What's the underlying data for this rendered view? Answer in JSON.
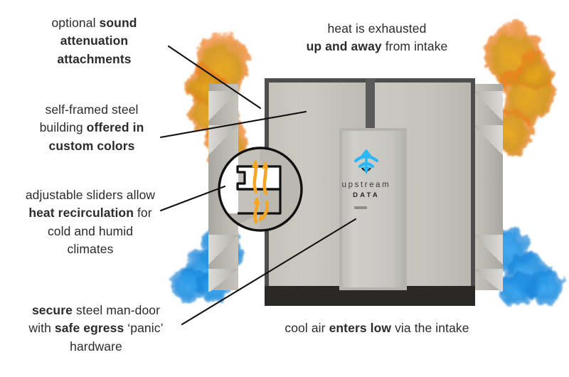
{
  "diagram": {
    "title": "Upstream Data modular mining building – airflow diagram",
    "colors": {
      "wall": "#c9c7c0",
      "wall_shade": "#b7b5ae",
      "frame_dark": "#4e4e4e",
      "base_dark": "#2b2926",
      "door": "#c6c6c1",
      "door_edge": "#b0b0aa",
      "louver_light": "#d6d6d2",
      "louver_mid": "#b0aea7",
      "hot_plume": "#d89b1a",
      "hot_plume_edge": "#f07b20",
      "cool_plume": "#2196e8",
      "cool_plume_edge": "#1a7fd4",
      "arrow_hot": "#f5a623",
      "leader_line": "#111111",
      "logo_blue": "#29b6f6",
      "logo_dark": "#1b1b1b",
      "text": "#2b2b2b"
    },
    "logo": {
      "icon_name": "upstream-signal-icon",
      "wordmark": "upstream",
      "subword": "DATA"
    },
    "callouts": [
      {
        "id": "sound-attenuation",
        "align": "center",
        "lines": [
          [
            {
              "t": "optional ",
              "b": false
            },
            {
              "t": "sound",
              "b": true
            }
          ],
          [
            {
              "t": "attenuation",
              "b": true
            }
          ],
          [
            {
              "t": "attachments",
              "b": true
            }
          ]
        ]
      },
      {
        "id": "heat-exhaust",
        "align": "center",
        "lines": [
          [
            {
              "t": "heat is exhausted",
              "b": false
            }
          ],
          [
            {
              "t": "up and away",
              "b": true
            },
            {
              "t": " from intake",
              "b": false
            }
          ]
        ]
      },
      {
        "id": "self-framed-steel",
        "align": "center",
        "lines": [
          [
            {
              "t": "self-framed steel",
              "b": false
            }
          ],
          [
            {
              "t": "building ",
              "b": false
            },
            {
              "t": "offered in",
              "b": true
            }
          ],
          [
            {
              "t": "custom colors",
              "b": true
            }
          ]
        ]
      },
      {
        "id": "heat-recirculation",
        "align": "center",
        "lines": [
          [
            {
              "t": "adjustable sliders allow",
              "b": false
            }
          ],
          [
            {
              "t": "heat recirculation",
              "b": true
            },
            {
              "t": " for",
              "b": false
            }
          ],
          [
            {
              "t": "cold and humid",
              "b": false
            }
          ],
          [
            {
              "t": "climates",
              "b": false
            }
          ]
        ]
      },
      {
        "id": "man-door",
        "align": "center",
        "lines": [
          [
            {
              "t": "secure",
              "b": true
            },
            {
              "t": " steel man-door",
              "b": false
            }
          ],
          [
            {
              "t": "with ",
              "b": false
            },
            {
              "t": "safe egress",
              "b": true
            },
            {
              "t": " ‘panic’",
              "b": false
            }
          ],
          [
            {
              "t": "hardware",
              "b": false
            }
          ]
        ]
      },
      {
        "id": "cool-air-intake",
        "align": "center",
        "lines": [
          [
            {
              "t": "cool air ",
              "b": false
            },
            {
              "t": "enters low",
              "b": true
            },
            {
              "t": " via the intake",
              "b": false
            }
          ]
        ]
      }
    ],
    "detail_circle": {
      "name": "heat-recirculation-slider-detail",
      "arrow_count": 3,
      "arrow_color": "#f5a623"
    }
  }
}
